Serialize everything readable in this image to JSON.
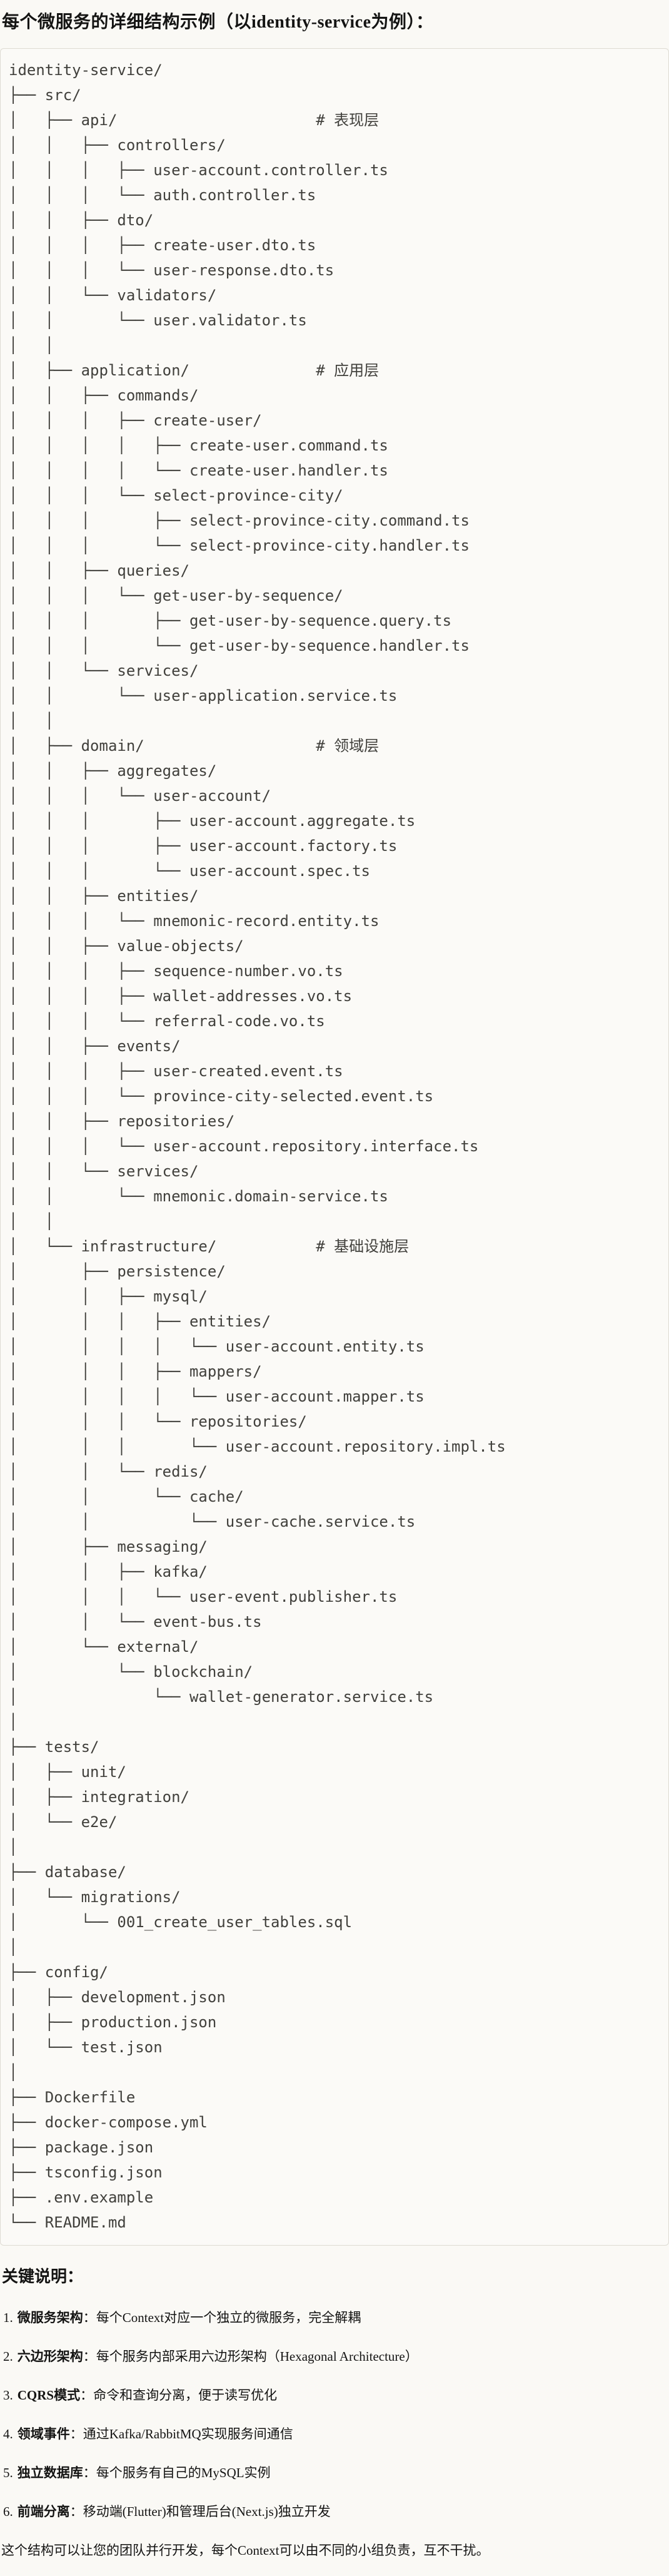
{
  "title": "每个微服务的详细结构示例（以identity-service为例）：",
  "tree_lines": [
    "identity-service/",
    "├── src/",
    "│   ├── api/                      # 表现层",
    "│   │   ├── controllers/",
    "│   │   │   ├── user-account.controller.ts",
    "│   │   │   └── auth.controller.ts",
    "│   │   ├── dto/",
    "│   │   │   ├── create-user.dto.ts",
    "│   │   │   └── user-response.dto.ts",
    "│   │   └── validators/",
    "│   │       └── user.validator.ts",
    "│   │",
    "│   ├── application/              # 应用层",
    "│   │   ├── commands/",
    "│   │   │   ├── create-user/",
    "│   │   │   │   ├── create-user.command.ts",
    "│   │   │   │   └── create-user.handler.ts",
    "│   │   │   └── select-province-city/",
    "│   │   │       ├── select-province-city.command.ts",
    "│   │   │       └── select-province-city.handler.ts",
    "│   │   ├── queries/",
    "│   │   │   └── get-user-by-sequence/",
    "│   │   │       ├── get-user-by-sequence.query.ts",
    "│   │   │       └── get-user-by-sequence.handler.ts",
    "│   │   └── services/",
    "│   │       └── user-application.service.ts",
    "│   │",
    "│   ├── domain/                   # 领域层",
    "│   │   ├── aggregates/",
    "│   │   │   └── user-account/",
    "│   │   │       ├── user-account.aggregate.ts",
    "│   │   │       ├── user-account.factory.ts",
    "│   │   │       └── user-account.spec.ts",
    "│   │   ├── entities/",
    "│   │   │   └── mnemonic-record.entity.ts",
    "│   │   ├── value-objects/",
    "│   │   │   ├── sequence-number.vo.ts",
    "│   │   │   ├── wallet-addresses.vo.ts",
    "│   │   │   └── referral-code.vo.ts",
    "│   │   ├── events/",
    "│   │   │   ├── user-created.event.ts",
    "│   │   │   └── province-city-selected.event.ts",
    "│   │   ├── repositories/",
    "│   │   │   └── user-account.repository.interface.ts",
    "│   │   └── services/",
    "│   │       └── mnemonic.domain-service.ts",
    "│   │",
    "│   └── infrastructure/           # 基础设施层",
    "│       ├── persistence/",
    "│       │   ├── mysql/",
    "│       │   │   ├── entities/",
    "│       │   │   │   └── user-account.entity.ts",
    "│       │   │   ├── mappers/",
    "│       │   │   │   └── user-account.mapper.ts",
    "│       │   │   └── repositories/",
    "│       │   │       └── user-account.repository.impl.ts",
    "│       │   └── redis/",
    "│       │       └── cache/",
    "│       │           └── user-cache.service.ts",
    "│       ├── messaging/",
    "│       │   ├── kafka/",
    "│       │   │   └── user-event.publisher.ts",
    "│       │   └── event-bus.ts",
    "│       └── external/",
    "│           └── blockchain/",
    "│               └── wallet-generator.service.ts",
    "│",
    "├── tests/",
    "│   ├── unit/",
    "│   ├── integration/",
    "│   └── e2e/",
    "│",
    "├── database/",
    "│   └── migrations/",
    "│       └── 001_create_user_tables.sql",
    "│",
    "├── config/",
    "│   ├── development.json",
    "│   ├── production.json",
    "│   └── test.json",
    "│",
    "├── Dockerfile",
    "├── docker-compose.yml",
    "├── package.json",
    "├── tsconfig.json",
    "├── .env.example",
    "└── README.md"
  ],
  "notes": {
    "title": "关键说明：",
    "items": [
      {
        "num": "1.",
        "label": "微服务架构",
        "text": "：每个Context对应一个独立的微服务，完全解耦"
      },
      {
        "num": "2.",
        "label": "六边形架构",
        "text": "：每个服务内部采用六边形架构（Hexagonal Architecture）"
      },
      {
        "num": "3.",
        "label": "CQRS模式",
        "text": "：命令和查询分离，便于读写优化"
      },
      {
        "num": "4.",
        "label": "领域事件",
        "text": "：通过Kafka/RabbitMQ实现服务间通信"
      },
      {
        "num": "5.",
        "label": "独立数据库",
        "text": "：每个服务有自己的MySQL实例"
      },
      {
        "num": "6.",
        "label": "前端分离",
        "text": "：移动端(Flutter)和管理后台(Next.js)独立开发"
      }
    ],
    "footer": "这个结构可以让您的团队并行开发，每个Context可以由不同的小组负责，互不干扰。"
  }
}
